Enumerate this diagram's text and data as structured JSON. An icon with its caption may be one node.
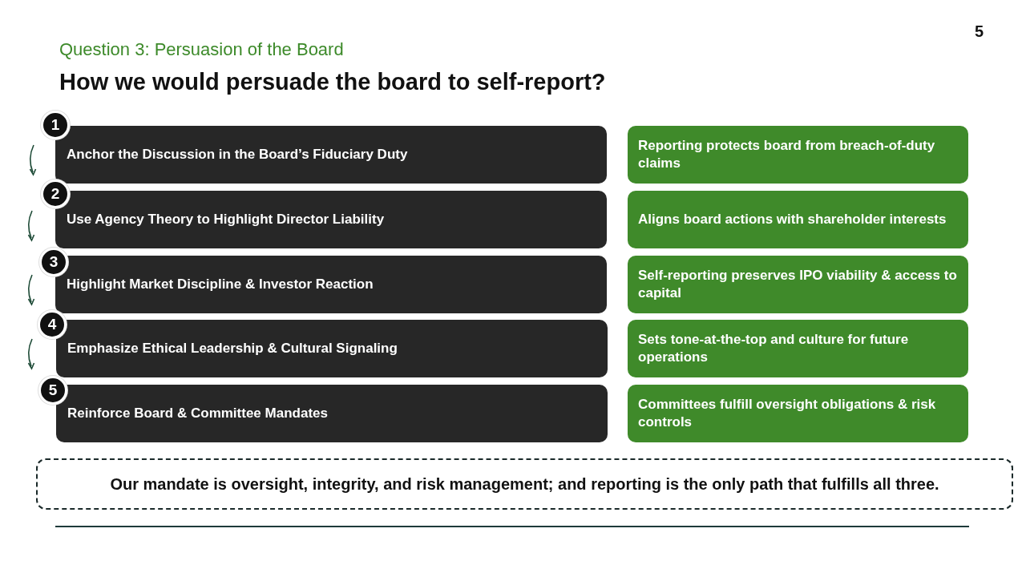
{
  "diagram": {
    "title": "How we would persuade the board to self-report?",
    "nodes": [
      {
        "text": [
          "1"
        ]
      },
      {
        "text": [
          "Anchor the Discussion in the Board’s Fiduciary Duty"
        ]
      },
      {
        "text": [
          "Reporting protects board from breach-of-duty claims"
        ]
      },
      {
        "text": [
          "2"
        ]
      },
      {
        "text": [
          "Use Agency Theory to Highlight Director Liability"
        ]
      },
      {
        "text": [
          "Aligns board actions with shareholder interests"
        ]
      },
      {
        "text": [
          "3"
        ]
      },
      {
        "text": [
          "Highlight Market Discipline & Investor Reaction"
        ]
      },
      {
        "text": [
          "Self-reporting preserves IPO viability & access to capital"
        ]
      },
      {
        "text": [
          "4"
        ]
      },
      {
        "text": [
          "Emphasize Ethical Leadership & Cultural Signaling"
        ]
      },
      {
        "text": [
          "Sets tone-at-the-top and culture for future operations"
        ]
      },
      {
        "text": [
          "5"
        ]
      },
      {
        "text": [
          "Reinforce Board & Committee Mandates"
        ]
      },
      {
        "text": [
          "Committees fulfill oversight obligations & risk controls"
        ]
      },
      {
        "text": [
          "Our mandate is oversight, integrity, and risk management; and reporting is the only path that fulfills all three."
        ]
      }
    ],
    "labels": [
      "5",
      "Question 3: Persuasion of the Board"
    ]
  }
}
